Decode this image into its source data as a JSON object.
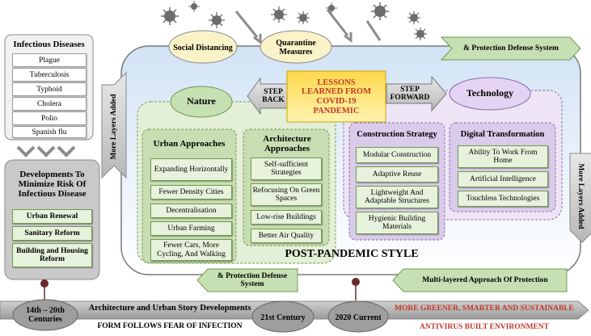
{
  "diseases": {
    "title": "Infectious Diseases",
    "items": [
      "Plague",
      "Tuberculosis",
      "Typhoid",
      "Cholera",
      "Polio",
      "Spanish flu"
    ]
  },
  "developments": {
    "title": "Developments To Minimize Risk Of Infectious Disease",
    "items": [
      "Urban Renewal",
      "Sanitary Reform",
      "Building and Housing Reform"
    ]
  },
  "top": {
    "social_distancing": "Social Distancing",
    "quarantine": "Quarantine Measures",
    "protection_top": "& Protection Defense System"
  },
  "side": {
    "more_layers_left": "More Layers Added",
    "more_layers_right": "More Layers Added"
  },
  "center": {
    "lessons": "LESSONS LEARNED FROM COVID-19 PANDEMIC",
    "step_back": "STEP BACK",
    "step_forward": "STEP FORWARD",
    "nature": "Nature",
    "technology": "Technology",
    "post_pandemic": "POST-PANDEMIC STYLE"
  },
  "urban": {
    "title": "Urban Approaches",
    "items": [
      "Expanding Horizontally",
      "Fewer Density Cities",
      "Decentralisation",
      "Urban Farming",
      "Fewer Cars, More Cycling, And Walking"
    ]
  },
  "architecture": {
    "title": "Architecture Approaches",
    "items": [
      "Self-sufficient Strategies",
      "Refocusing On Green Spaces",
      "Low-rise Buildings",
      "Better Air Quality"
    ]
  },
  "construction": {
    "title": "Construction Strategy",
    "items": [
      "Modular Construction",
      "Adaptive Reuse",
      "Lightweight And Adaptable Structures",
      "Hygienic Building Materials"
    ]
  },
  "digital": {
    "title": "Digital Transformation",
    "items": [
      "Ability To Work From Home",
      "Artificial Intelligence",
      "Touchless Technologies"
    ]
  },
  "bottom": {
    "protection_bottom": "& Protection Defense System",
    "multilayered": "Multi-layered Approach Of Protection",
    "era_start": "14th – 20th Centuries",
    "era_mid": "21st Century",
    "era_current": "2020 Current",
    "story": "Architecture and Urban Story Developments",
    "form_follows": "FORM FOLLOWS FEAR OF INFECTION",
    "greener": "MORE GREENER, SMARTER AND SUSTAINABLE",
    "antivirus": "ANTIVIRUS BUILT ENVIRONMENT"
  }
}
